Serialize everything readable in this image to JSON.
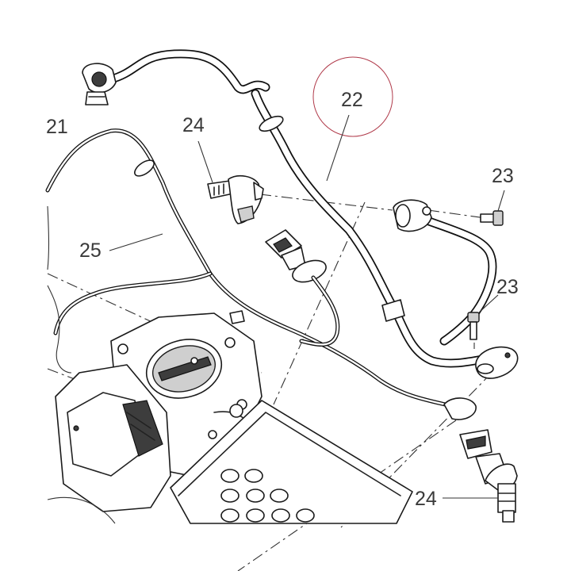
{
  "callouts": {
    "c21": "21",
    "c22": "22",
    "c23a": "23",
    "c23b": "23",
    "c24a": "24",
    "c24b": "24",
    "c25": "25"
  },
  "highlight": {
    "label": "22",
    "color": "#b03a4a"
  }
}
